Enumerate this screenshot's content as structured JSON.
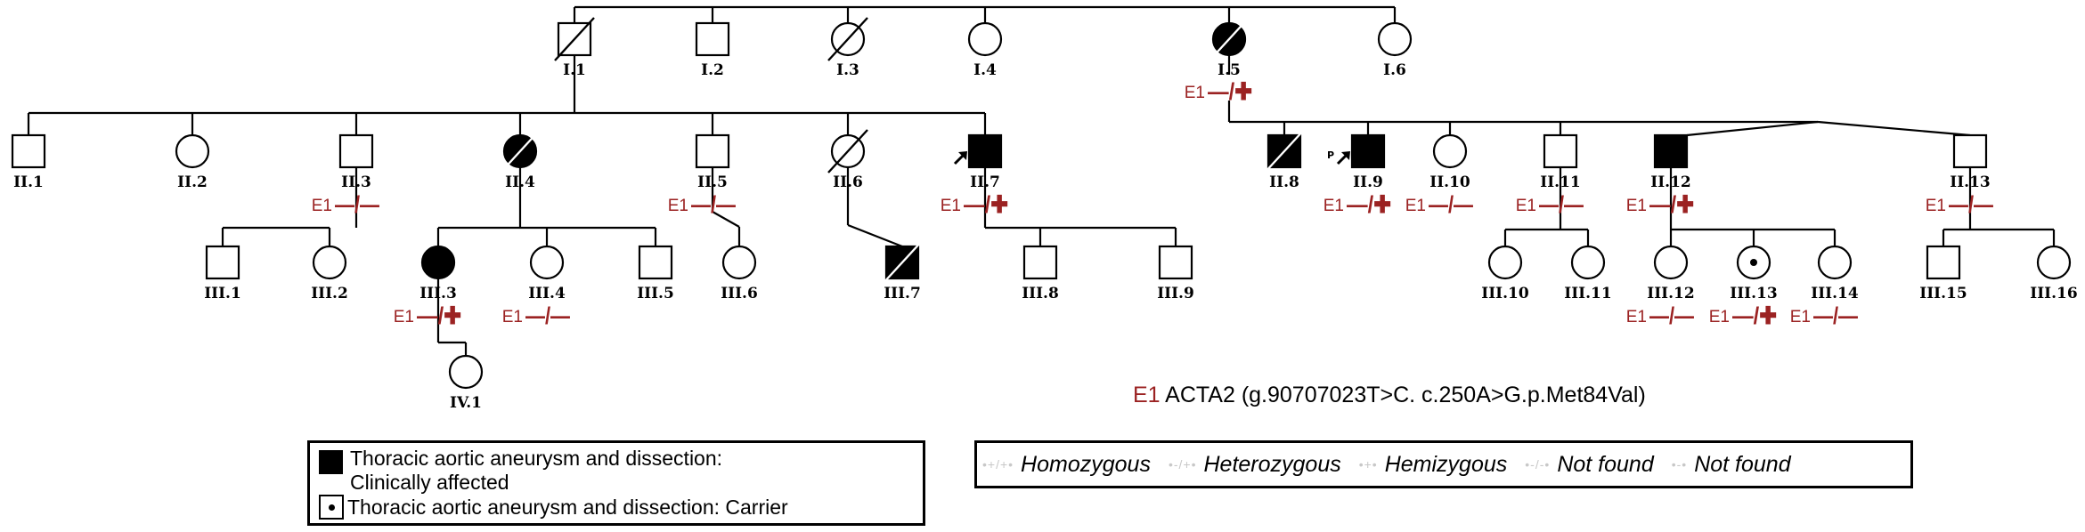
{
  "individuals": [
    {
      "id": "I.1",
      "sex": "male",
      "affected": false,
      "deceased": true
    },
    {
      "id": "I.2",
      "sex": "male",
      "affected": false,
      "deceased": false
    },
    {
      "id": "I.3",
      "sex": "female",
      "affected": false,
      "deceased": true
    },
    {
      "id": "I.4",
      "sex": "female",
      "affected": false,
      "deceased": false
    },
    {
      "id": "I.5",
      "sex": "female",
      "affected": true,
      "deceased": true,
      "exon": "E1",
      "genotype": "—/✚"
    },
    {
      "id": "I.6",
      "sex": "female",
      "affected": false,
      "deceased": false
    },
    {
      "id": "II.1",
      "sex": "male",
      "affected": false,
      "deceased": false
    },
    {
      "id": "II.2",
      "sex": "female",
      "affected": false,
      "deceased": false
    },
    {
      "id": "II.3",
      "sex": "male",
      "affected": false,
      "deceased": false,
      "exon": "E1",
      "genotype": "—/—"
    },
    {
      "id": "II.4",
      "sex": "female",
      "affected": true,
      "deceased": true
    },
    {
      "id": "II.5",
      "sex": "male",
      "affected": false,
      "deceased": false,
      "exon": "E1",
      "genotype": "—/—"
    },
    {
      "id": "II.6",
      "sex": "female",
      "affected": false,
      "deceased": true
    },
    {
      "id": "II.7",
      "sex": "male",
      "affected": true,
      "deceased": false,
      "proband_arrow": true,
      "exon": "E1",
      "genotype": "—/✚"
    },
    {
      "id": "II.8",
      "sex": "male",
      "affected": true,
      "deceased": true
    },
    {
      "id": "II.9",
      "sex": "male",
      "affected": true,
      "deceased": false,
      "proband_arrow": true,
      "proband_letter": "P",
      "exon": "E1",
      "genotype": "—/✚"
    },
    {
      "id": "II.10",
      "sex": "female",
      "affected": false,
      "deceased": false,
      "exon": "E1",
      "genotype": "—/—"
    },
    {
      "id": "II.11",
      "sex": "male",
      "affected": false,
      "deceased": false,
      "exon": "E1",
      "genotype": "—/—"
    },
    {
      "id": "II.12",
      "sex": "male",
      "affected": true,
      "deceased": false,
      "exon": "E1",
      "genotype": "—/✚"
    },
    {
      "id": "II.13",
      "sex": "male",
      "affected": false,
      "deceased": false,
      "exon": "E1",
      "genotype": "—/—"
    },
    {
      "id": "III.1",
      "sex": "male",
      "affected": false,
      "deceased": false
    },
    {
      "id": "III.2",
      "sex": "female",
      "affected": false,
      "deceased": false
    },
    {
      "id": "III.3",
      "sex": "female",
      "affected": true,
      "deceased": false,
      "exon": "E1",
      "genotype": "—/✚"
    },
    {
      "id": "III.4",
      "sex": "female",
      "affected": false,
      "deceased": false,
      "exon": "E1",
      "genotype": "—/—"
    },
    {
      "id": "III.5",
      "sex": "male",
      "affected": false,
      "deceased": false
    },
    {
      "id": "III.6",
      "sex": "female",
      "affected": false,
      "deceased": false
    },
    {
      "id": "III.7",
      "sex": "male",
      "affected": true,
      "deceased": true
    },
    {
      "id": "III.8",
      "sex": "male",
      "affected": false,
      "deceased": false
    },
    {
      "id": "III.9",
      "sex": "male",
      "affected": false,
      "deceased": false
    },
    {
      "id": "III.10",
      "sex": "female",
      "affected": false,
      "deceased": false
    },
    {
      "id": "III.11",
      "sex": "female",
      "affected": false,
      "deceased": false
    },
    {
      "id": "III.12",
      "sex": "female",
      "affected": false,
      "deceased": false,
      "exon": "E1",
      "genotype": "—/—"
    },
    {
      "id": "III.13",
      "sex": "female",
      "affected": false,
      "deceased": false,
      "carrier": true,
      "exon": "E1",
      "genotype": "—/✚"
    },
    {
      "id": "III.14",
      "sex": "female",
      "affected": false,
      "deceased": false,
      "exon": "E1",
      "genotype": "—/—"
    },
    {
      "id": "III.15",
      "sex": "male",
      "affected": false,
      "deceased": false
    },
    {
      "id": "III.16",
      "sex": "female",
      "affected": false,
      "deceased": false
    },
    {
      "id": "IV.1",
      "sex": "female",
      "affected": false,
      "deceased": false
    }
  ],
  "variant": {
    "exon": "E1",
    "description": "ACTA2 (g.90707023T>C. c.250A>G.p.Met84Val)"
  },
  "legend_left": {
    "affected_text": "Thoracic aortic aneurysm and dissection:",
    "affected_text_2": "Clinically affected",
    "carrier_text": "Thoracic aortic aneurysm and dissection: Carrier"
  },
  "legend_right": {
    "items": [
      "Homozygous",
      "Heterozygous",
      "Hemizygous",
      "Not found",
      "Not found"
    ]
  },
  "colors": {
    "genotype": "#9b2222",
    "line": "#000000"
  }
}
